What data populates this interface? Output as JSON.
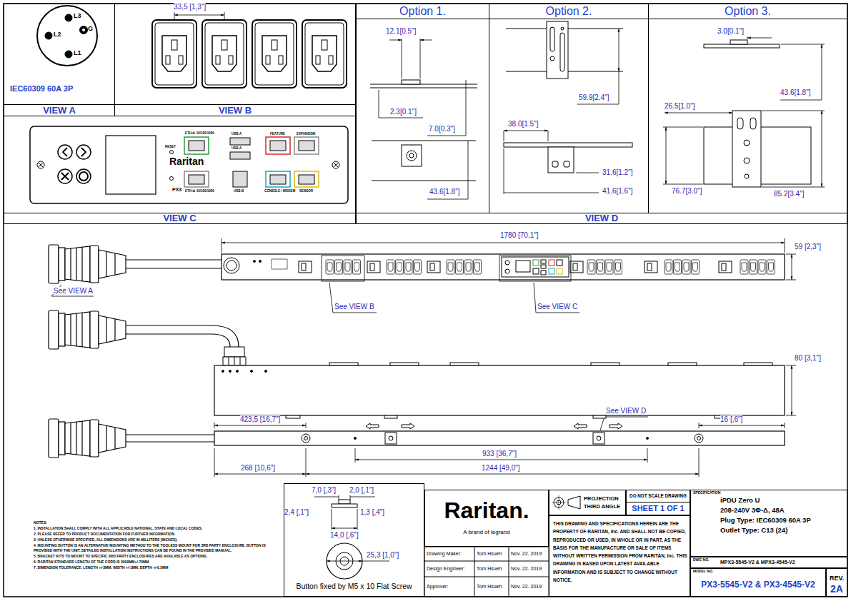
{
  "diagram": {
    "nodes": [
      {
        "text": [
          "VIEW A"
        ]
      },
      {
        "text": [
          "VIEW B"
        ]
      },
      {
        "text": [
          "VIEW C"
        ]
      },
      {
        "text": [
          "VIEW D"
        ]
      },
      {
        "text": [
          "Option 1."
        ],
        "in": 3
      },
      {
        "text": [
          "Option 2."
        ],
        "in": 3
      },
      {
        "text": [
          "Option 3."
        ],
        "in": 3
      },
      {
        "text": [
          "Raritan.",
          "A brand of legrand"
        ]
      },
      {
        "text": [
          "PROJECTION THIRD ANGLE"
        ]
      },
      {
        "text": [
          "DO NOT SCALE DRAWING",
          "SHEET 1 OF 1"
        ]
      },
      {
        "text": [
          "THIS DRAWING AND SPECIFICATIONS HEREIN ARE THE PROPERTY OF RARITAN, Inc. AND SHALL NOT BE COPIED, REPRODUCED OR USED, IN WHOLE OR IN PART, AS THE BASIS FOR THE MANUFACTURE OR SALE OF ITEMS WITHOUT WRITTEN PERMISSION FROM RARITAN, Inc. THIS DRAWING IS BASED UPON LATEST AVAILABLE INFORMATION AND IS SUBJECT TO CHANGE WITHOUT NOTICE."
        ]
      },
      {
        "text": [
          "SPECIFICATION",
          "iPDU Zero U",
          "208-240V 3Φ-Δ, 48A",
          "Plug Type: IEC60309 60A 3P",
          "Outlet Type: C13 (24)"
        ]
      },
      {
        "text": [
          "DWG NO.",
          "MPX3-5545-V2 & MPX3-4545-V2"
        ]
      },
      {
        "text": [
          "MODEL NO.",
          "PX3-5545-V2 & PX3-4545-V2"
        ]
      },
      {
        "text": [
          "REV.",
          "2A"
        ]
      },
      {
        "text": [
          "Button fixed by M5 x 10 Flat Screw"
        ]
      }
    ],
    "labels": [
      "L3",
      "G",
      "L2",
      "L1",
      "IEC60309 60A 3P",
      "33,5 [1,3\"]",
      "ETH-① 10/100/1000",
      "USB-A",
      "USB-A",
      "FEATURE",
      "EXPANSION",
      "RESET",
      "Raritan",
      "PX3",
      "ETH-② 10/100/1000",
      "USB-B",
      "CONSOLE / MODEM",
      "SENSOR",
      "12.1[0.5\"]",
      "2.3[0.1\"]",
      "7.0[0.3\"]",
      "43.6[1.8\"]",
      "59.9[2.4\"]",
      "38.0[1.5\"]",
      "31.6[1.2\"]",
      "41.6[1.6\"]",
      "3.0[0.1\"]",
      "43.6[1.8\"]",
      "26.5[1.0\"]",
      "76.7[3.0\"]",
      "85.2[3.4\"]",
      "1780 [70,1\"]",
      "59 [2,3\"]",
      "See VIEW A",
      "See VIEW B",
      "See VIEW C",
      "80 [3,1\"]",
      "See VIEW D",
      "423,5 [16,7\"]",
      "16 [,6\"]",
      "933 [36,7\"]",
      "268 [10,6\"]",
      "1244 [49,0\"]",
      "7,0 [,3\"]",
      "2,0 [,1\"]",
      "2,4 [,1\"]",
      "1,3 [,4\"]",
      "14,0 [,6\"]",
      "25,3 [1,0\"]",
      "NOTES:",
      "1. INSTALLATION SHALL COMPLY WITH ALL APPLICABLE NATIONAL, STATE AND LOCAL CODES.",
      "2. PLEASE REFER TO PRODUCT DOCUMENTATION FOR FURTHER INFORMATION.",
      "3. UNLESS OTHERWISE SPECIFIED, ALL DIMENSIONS ARE IN MILLITERS [INCHES].",
      "4. MOUNTING BUTTON IS AN ALTERNATIVE MOUNTING METHOD TO THE TOOLESS MOUNT FOR 3RD PARTY ENCLOSURE. BUTTON IS PROVIDED WITH THE UNIT. DETAILED INSTALLATION INSTRUCTIONS CAN BE FOUND IN THE PROVIDED MANUAL.",
      "5. BRACKET KITS TO MOUNT TO SPECIFIC 3RD PARTY ENCLOSURES ARE AVAILABLE AS OPTIONS.",
      "6. RARITAN STANDARD LENGTH OF THE CORD IS 3000MM+/-70MM",
      "7. DIMENSION TOLERANCE: LENGTH +/-3MM, WIDTH +/-1MM, DEPTH +/-0.5MM",
      "Drawing Maker:",
      "Tom Hsueh",
      "Nov. 22. 2019",
      "Design Engineer:",
      "Tom Hsueh",
      "Nov. 22. 2019",
      "Approver:",
      "Tom Hsueh",
      "Nov. 22. 2019"
    ]
  }
}
